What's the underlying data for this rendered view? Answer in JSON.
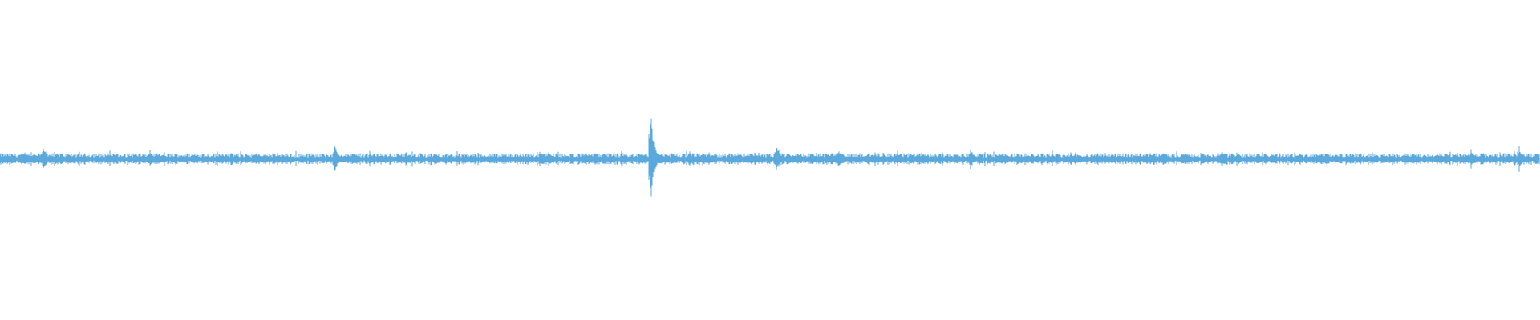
{
  "waveform": {
    "color": "#5ba8dd",
    "background": "#ffffff",
    "baseline_amplitude": 0.012,
    "noise_amplitude": 0.025,
    "bursts": [
      {
        "position": 0.028,
        "amplitude": 0.1
      },
      {
        "position": 0.217,
        "amplitude": 0.1
      },
      {
        "position": 0.356,
        "amplitude": 0.06
      },
      {
        "position": 0.422,
        "amplitude": 0.36
      },
      {
        "position": 0.504,
        "amplitude": 0.12
      },
      {
        "position": 0.544,
        "amplitude": 0.07
      },
      {
        "position": 0.63,
        "amplitude": 0.08
      },
      {
        "position": 0.755,
        "amplitude": 0.06
      },
      {
        "position": 0.793,
        "amplitude": 0.06
      },
      {
        "position": 0.955,
        "amplitude": 0.07
      },
      {
        "position": 0.986,
        "amplitude": 0.1
      }
    ]
  }
}
